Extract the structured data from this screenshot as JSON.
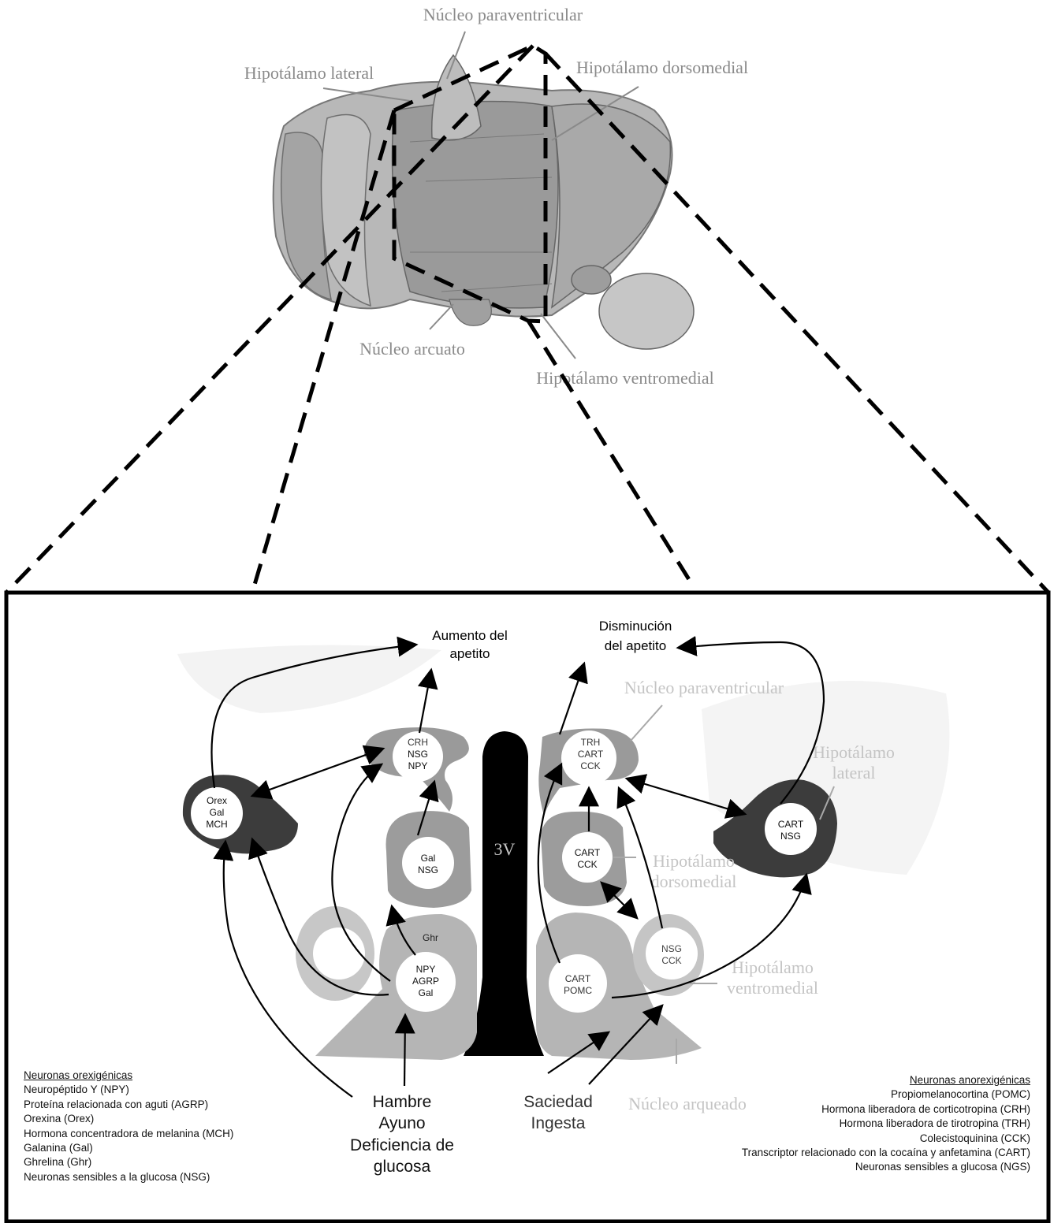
{
  "brain_labels": {
    "paraventricular": "Núcleo paraventricular",
    "lateral": "Hipotálamo lateral",
    "dorsomedial": "Hipotálamo dorsomedial",
    "arcuate": "Núcleo arcuato",
    "ventromedial": "Hipotálamo ventromedial"
  },
  "outcomes": {
    "increase": [
      "Aumento del",
      "apetito"
    ],
    "decrease": [
      "Disminución",
      "del apetito"
    ]
  },
  "region_labels": {
    "paraventricular": "Núcleo paraventricular",
    "lateral": [
      "Hipotálamo",
      "lateral"
    ],
    "dorsomedial": [
      "Hipotálamo",
      "dorsomedial"
    ],
    "ventromedial": [
      "Hipotálamo",
      "ventromedial"
    ],
    "arcuate": "Núcleo arqueado",
    "third_ventricle": "3V"
  },
  "nuclei": {
    "left_lateral": [
      "Orex",
      "Gal",
      "MCH"
    ],
    "left_pvn": [
      "CRH",
      "NSG",
      "NPY"
    ],
    "left_dmh": [
      "Gal",
      "NSG"
    ],
    "left_arc_tag": "Ghr",
    "left_arc": [
      "NPY",
      "AGRP",
      "Gal"
    ],
    "right_pvn": [
      "TRH",
      "CART",
      "CCK"
    ],
    "right_dmh": [
      "CART",
      "CCK"
    ],
    "right_vmh": [
      "NSG",
      "CCK"
    ],
    "right_arc": [
      "CART",
      "POMC"
    ],
    "right_lateral": [
      "CART",
      "NSG"
    ]
  },
  "stimuli": {
    "hunger": [
      "Hambre",
      "Ayuno",
      "Deficiencia de",
      "glucosa"
    ],
    "satiety": [
      "Saciedad",
      "Ingesta"
    ]
  },
  "legend_left": {
    "heading": "Neuronas orexigénicas",
    "items": [
      "Neuropéptido Y (NPY)",
      "Proteína relacionada con aguti (AGRP)",
      "Orexina (Orex)",
      "Hormona concentradora de melanina (MCH)",
      "Galanina (Gal)",
      "Ghrelina (Ghr)",
      "Neuronas sensibles a la glucosa (NSG)"
    ]
  },
  "legend_right": {
    "heading": "Neuronas anorexigénicas",
    "items": [
      "Propiomelanocortina (POMC)",
      "Hormona liberadora de corticotropina (CRH)",
      "Hormona liberadora de tirotropina (TRH)",
      "Colecistoquinina (CCK)",
      "Transcriptor relacionado con la cocaína y anfetamina (CART)",
      "Neuronas sensibles a glucosa (NGS)"
    ]
  },
  "colors": {
    "dark_nucleus": "#3c3c3c",
    "mid_nucleus": "#8e8e8e",
    "light_nucleus": "#b9b9b9",
    "ventricle": "#000000",
    "label_gray": "#8a8a8a"
  }
}
